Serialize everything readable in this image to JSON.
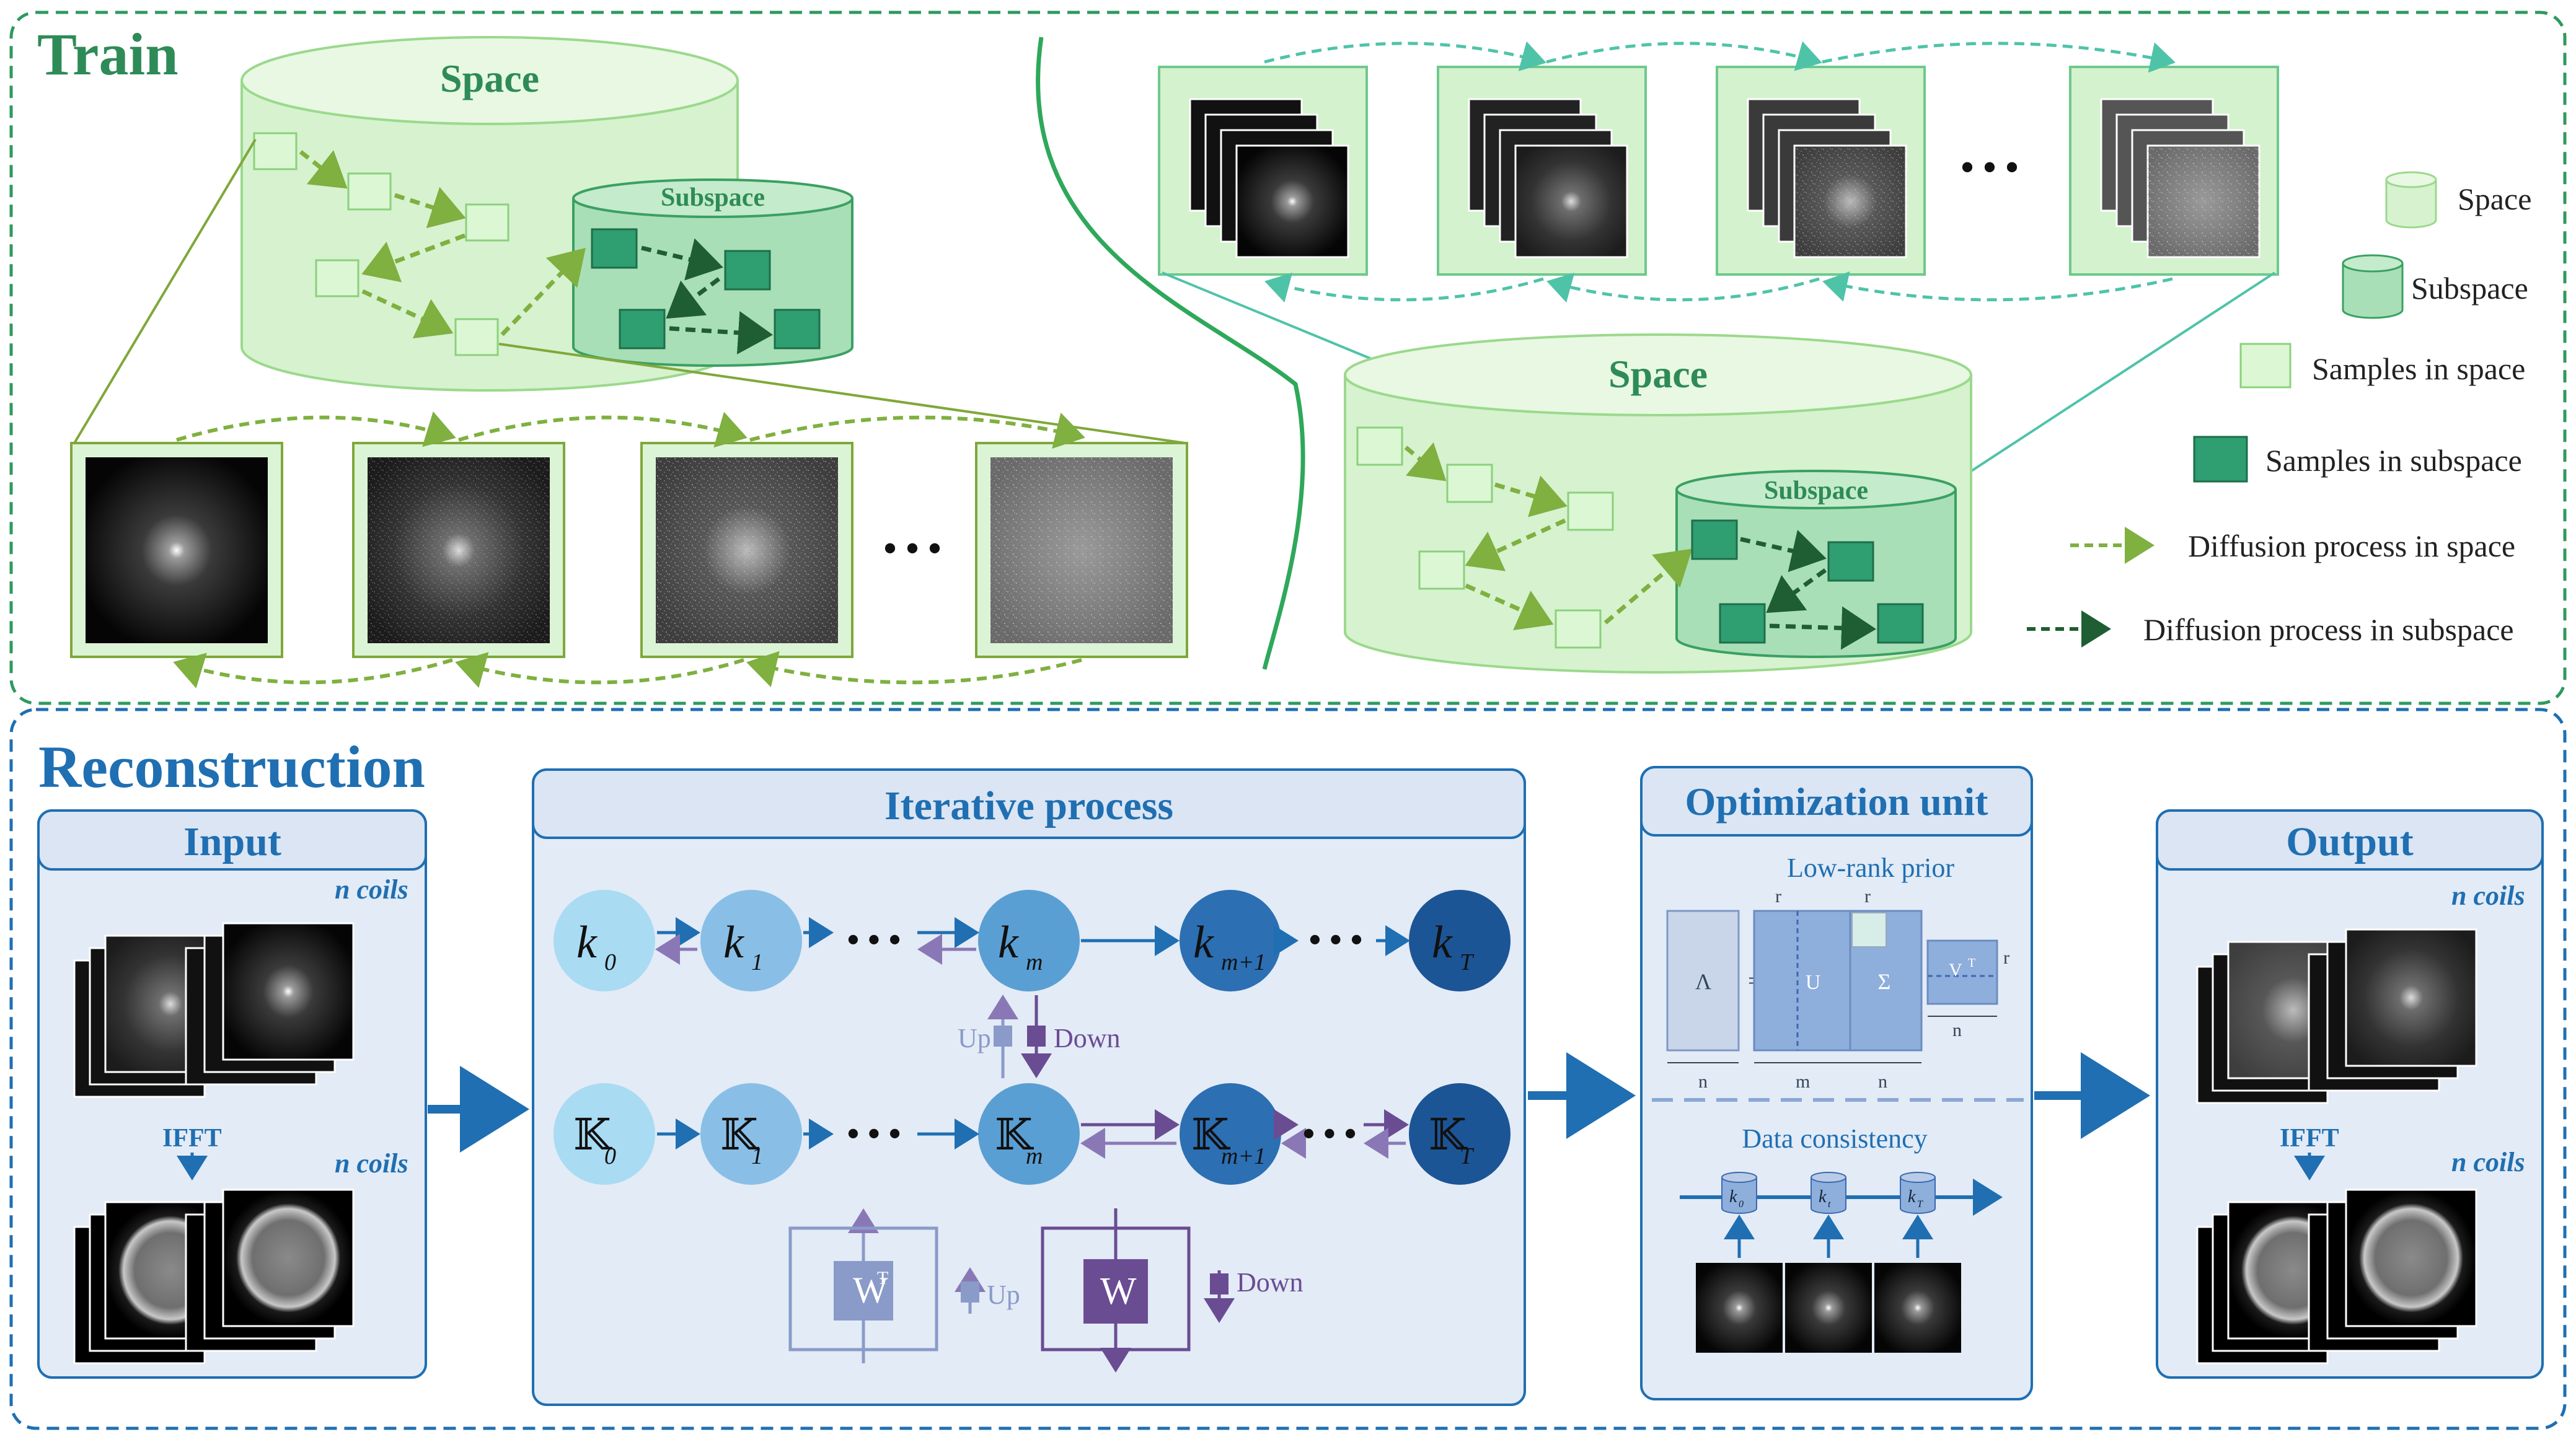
{
  "train": {
    "title": "Train",
    "space_label": "Space",
    "subspace_label": "Subspace",
    "space_label_right": "Space",
    "subspace_label_right": "Subspace",
    "ellipsis": "• • •"
  },
  "legend": {
    "items": [
      {
        "label": "Space",
        "icon": "cylinder-light-icon"
      },
      {
        "label": "Subspace",
        "icon": "cylinder-dark-icon"
      },
      {
        "label": "Samples in space",
        "icon": "cube-light-icon"
      },
      {
        "label": "Samples in subspace",
        "icon": "cube-dark-icon"
      },
      {
        "label": "Diffusion process in space",
        "icon": "dashed-arrow-light-icon"
      },
      {
        "label": "Diffusion process in subspace",
        "icon": "dashed-arrow-dark-icon"
      }
    ]
  },
  "recon": {
    "title": "Reconstruction",
    "input": {
      "title": "Input",
      "coils": "n coils",
      "ifft": "IFFT",
      "coils2": "n coils"
    },
    "iter": {
      "title": "Iterative process",
      "k": "k",
      "K": "𝕂",
      "sub_top": [
        "0",
        "1",
        "m",
        "m+1",
        "T"
      ],
      "up": "Up",
      "down": "Down",
      "wt": "W",
      "wt_sup": "T",
      "w": "W",
      "up2": "Up",
      "down2": "Down"
    },
    "opt": {
      "title": "Optimization unit",
      "lowrank": "Low-rank prior",
      "lambda": "Λ",
      "eq": "=",
      "u": "U",
      "sigma": "Σ",
      "vt": "V",
      "vt_sup": "T",
      "r": "r",
      "n": "n",
      "m": "m",
      "dc": "Data consistency",
      "dc_subs": [
        "0",
        "t",
        "T"
      ]
    },
    "output": {
      "title": "Output",
      "coils": "n coils",
      "ifft": "IFFT",
      "coils2": "n coils"
    }
  },
  "colors": {
    "train_border": "#2e9a5e",
    "train_title": "#2e8b57",
    "space_fill": "#cdeec6",
    "subspace_fill": "#a6ddb4",
    "recon_border": "#1f6fb2",
    "recon_title": "#1f6fb2",
    "panel_fill": "#e3ebf6",
    "light_arrow": "#7fb040",
    "dark_arrow": "#1e5e32"
  }
}
